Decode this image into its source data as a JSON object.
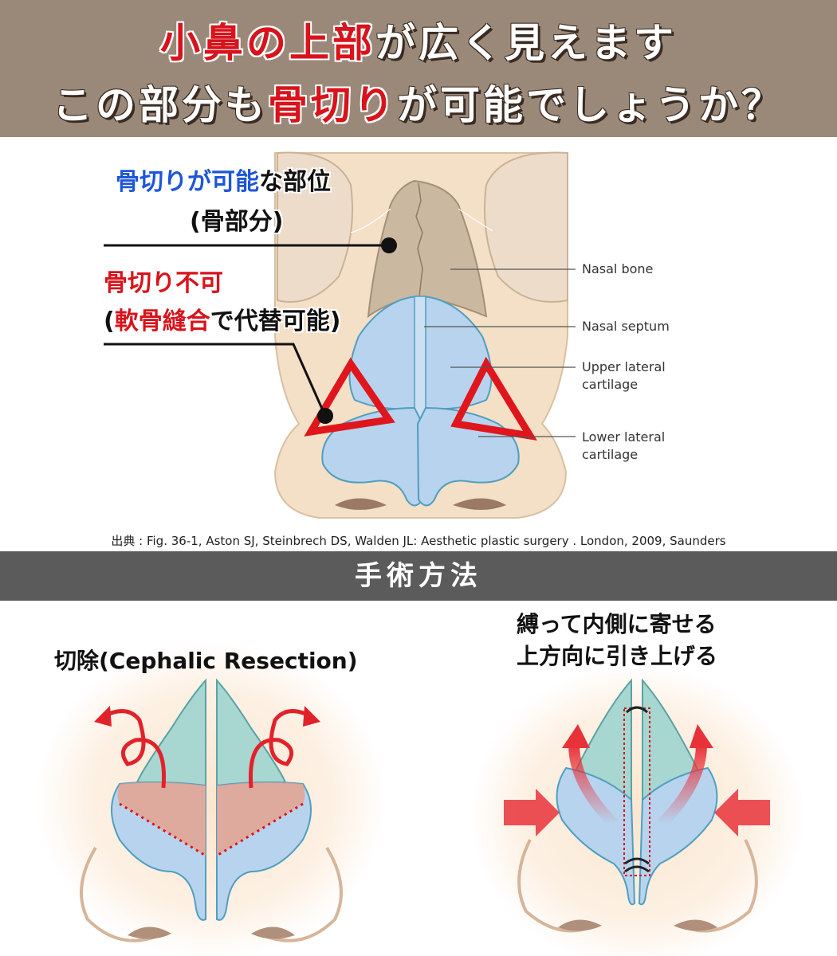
{
  "header": {
    "line1_red": "小鼻の上部",
    "line1_rest": "が広く見えます",
    "line2_a": "この部分も",
    "line2_red": "骨切り",
    "line2_b": "が可能でしょうか？"
  },
  "labels": {
    "bone_blue": "骨切りが可能",
    "bone_rest": "な部位",
    "bone_sub": "(骨部分)",
    "cart_red": "骨切り不可",
    "cart_open": "(",
    "cart_sub_red": "軟骨縫合",
    "cart_sub_rest": "で代替可能)"
  },
  "anatomy_labels": {
    "nasal_bone": "Nasal bone",
    "nasal_septum": "Nasal septum",
    "upper_lateral_1": "Upper lateral",
    "upper_lateral_2": "cartilage",
    "lower_lateral_1": "Lower lateral",
    "lower_lateral_2": "cartilage"
  },
  "source": "出典 : Fig. 36-1, Aston SJ, Steinbrech DS, Walden JL: Aesthetic plastic surgery . London, 2009, Saunders",
  "section_title": "手術方法",
  "methods": {
    "left_title": "切除(Cephalic Resection)",
    "right_title_1": "縛って内側に寄せる",
    "right_title_2": "上方向に引き上げる"
  },
  "colors": {
    "header_bg": "#9a8979",
    "section_bg": "#5b5b5b",
    "accent_red": "#d8131b",
    "accent_blue": "#1d56d8",
    "cartilage_blue": "#a9c9ea",
    "cartilage_teal": "#a8d6d0",
    "bone": "#cdbba6",
    "skin": "#f3ddc4"
  }
}
